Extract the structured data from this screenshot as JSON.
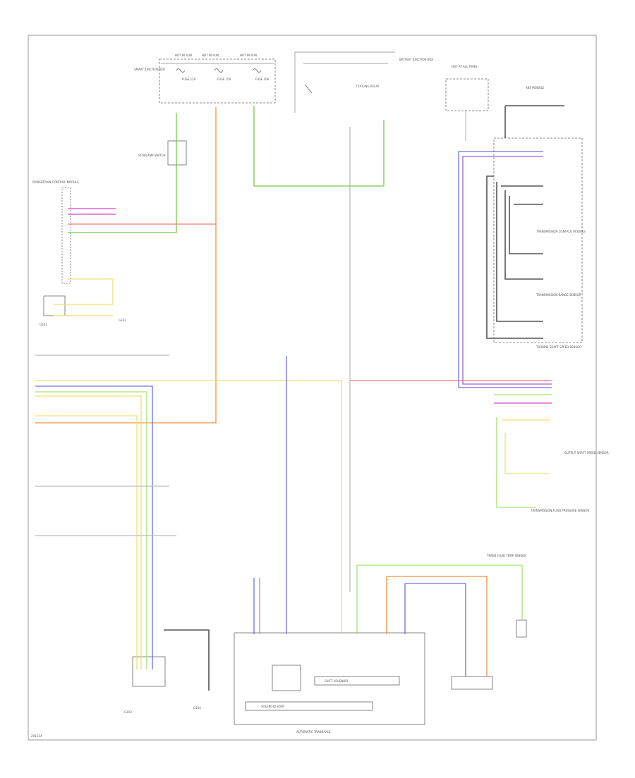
{
  "labels": {
    "hot_run_a": "HOT IN RUN",
    "hot_run_b": "HOT IN RUN",
    "hot_run_c": "HOT IN RUN",
    "fuse_a": "FUSE 12A",
    "fuse_b": "FUSE 15A",
    "fuse_c": "FUSE 10A",
    "smart_jb": "SMART JUNCTION BOX",
    "stoplamp_switch": "STOPLAMP SWITCH",
    "battery_jb": "BATTERY JUNCTION BOX",
    "hot_all_times": "HOT AT ALL TIMES",
    "cooling_relay": "COOLING RELAY",
    "pcm": "POWERTRAIN CONTROL MODULE",
    "abs_module": "ABS MODULE",
    "trans_module": "TRANSMISSION CONTROL MODULE",
    "trans_range": "TRANSMISSION RANGE SENSOR",
    "turbine_speed": "TURBINE SHAFT SPEED SENSOR",
    "output_speed": "OUTPUT SHAFT SPEED SENSOR",
    "solenoid_body": "SOLENOID BODY",
    "fluid_temp": "TRANS FLUID TEMP SENSOR",
    "trans_fluid_pressure": "TRANSMISSION FLUID PRESSURE SENSOR",
    "ground_a": "G101",
    "ground_b": "G102",
    "ground_c": "G103",
    "ground_d": "G104",
    "shift_solenoid": "SHIFT SOLENOID",
    "transaxle": "AUTOMATIC TRANSAXLE",
    "footer": "ZX1234"
  },
  "wire_colors": {
    "pink": "#e040c8",
    "green": "#78c850",
    "orange": "#f09040",
    "blue": "#7070e0",
    "violet": "#a060d0",
    "red": "#f07878",
    "yellow": "#f0e070",
    "lightgreen": "#a8e070",
    "grey": "#bbbbbb",
    "black": "#555555"
  }
}
